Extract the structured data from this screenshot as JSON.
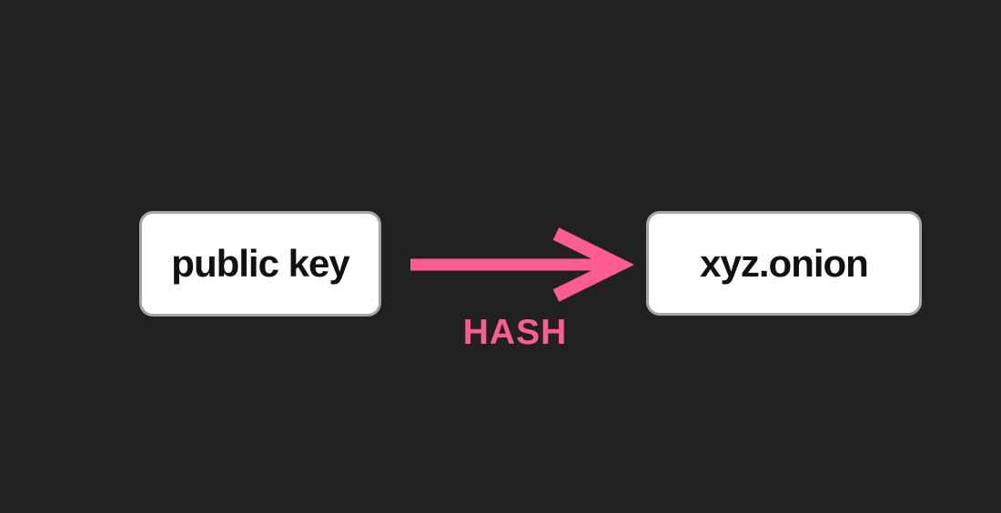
{
  "diagram": {
    "background_color": "#212121",
    "nodes": [
      {
        "id": "public-key",
        "label": "public key",
        "fill_color": "#ffffff",
        "border_color": "#a6a6a6",
        "text_color": "#111111"
      },
      {
        "id": "xyz-onion",
        "label": "xyz.onion",
        "fill_color": "#ffffff",
        "border_color": "#a6a6a6",
        "text_color": "#111111"
      }
    ],
    "arrow": {
      "label": "HASH",
      "color": "#ff5c92",
      "from": "public-key",
      "to": "xyz-onion",
      "direction": "right"
    }
  }
}
